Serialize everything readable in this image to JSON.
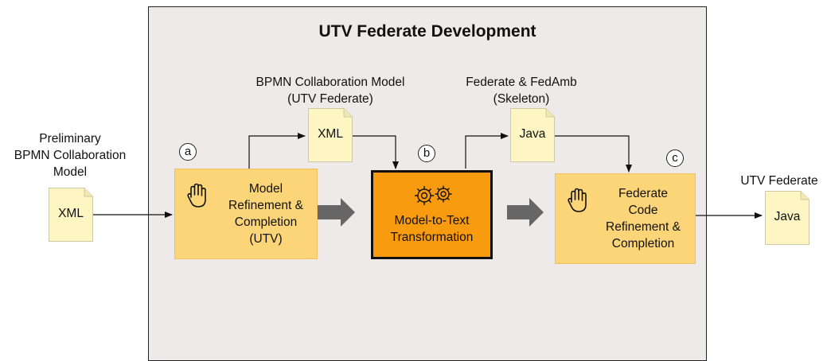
{
  "title": "UTV Federate Development",
  "inputs": {
    "preliminary_caption": [
      "Preliminary",
      "BPMN Collaboration",
      "Model"
    ],
    "preliminary_doc": "XML"
  },
  "bpmn_model": {
    "caption": [
      "BPMN Collaboration Model",
      "(UTV Federate)"
    ],
    "doc": "XML"
  },
  "skeleton": {
    "caption": [
      "Federate & FedAmb",
      "(Skeleton)"
    ],
    "doc": "Java"
  },
  "output": {
    "caption": "UTV Federate",
    "doc": "Java"
  },
  "steps": {
    "a": {
      "marker": "a",
      "label": [
        "Model",
        "Refinement &",
        "Completion",
        "(UTV)"
      ]
    },
    "b": {
      "marker": "b",
      "label": [
        "Model-to-Text",
        "Transformation"
      ]
    },
    "c": {
      "marker": "c",
      "label": [
        "Federate",
        "Code",
        "Refinement &",
        "Completion"
      ]
    }
  },
  "icons": {
    "manual": "hand-icon",
    "automatic": "gears-icon",
    "flow": "block-arrow-icon"
  },
  "colors": {
    "manual_step": "#fbd577",
    "automatic_step": "#f99b0f",
    "document": "#fef6c2",
    "panel": "#efeaea"
  }
}
